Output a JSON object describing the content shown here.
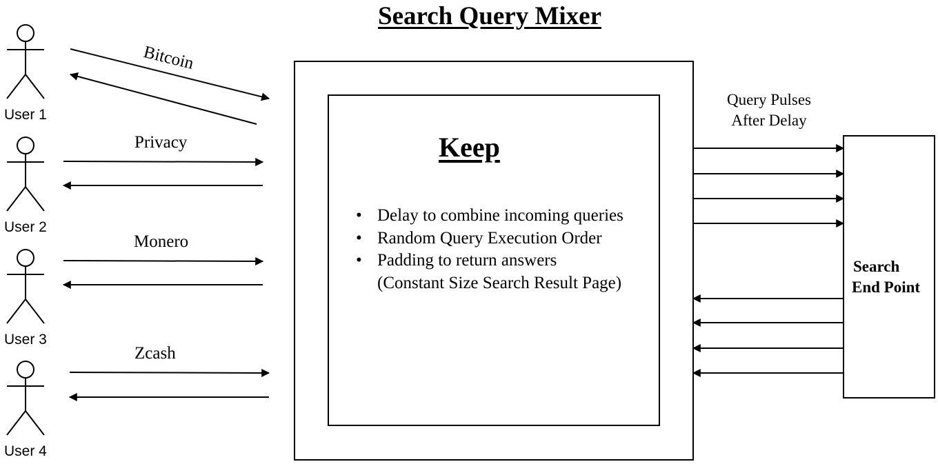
{
  "title": "Search Query Mixer",
  "mixer": {
    "heading": "Keep",
    "bullets": [
      "Delay to combine incoming queries",
      "Random Query Execution Order",
      "Padding to return answers",
      "(Constant Size Search Result Page)"
    ]
  },
  "users": [
    {
      "label": "User 1",
      "edge_label": "Bitcoin"
    },
    {
      "label": "User 2",
      "edge_label": "Privacy"
    },
    {
      "label": "User 3",
      "edge_label": "Monero"
    },
    {
      "label": "User 4",
      "edge_label": "Zcash"
    }
  ],
  "query_pulses": {
    "line1": "Query Pulses",
    "line2": "After Delay"
  },
  "endpoint": {
    "line1": "Search",
    "line2": "End Point"
  },
  "colors": {
    "stroke": "#000000",
    "background": "#ffffff"
  }
}
